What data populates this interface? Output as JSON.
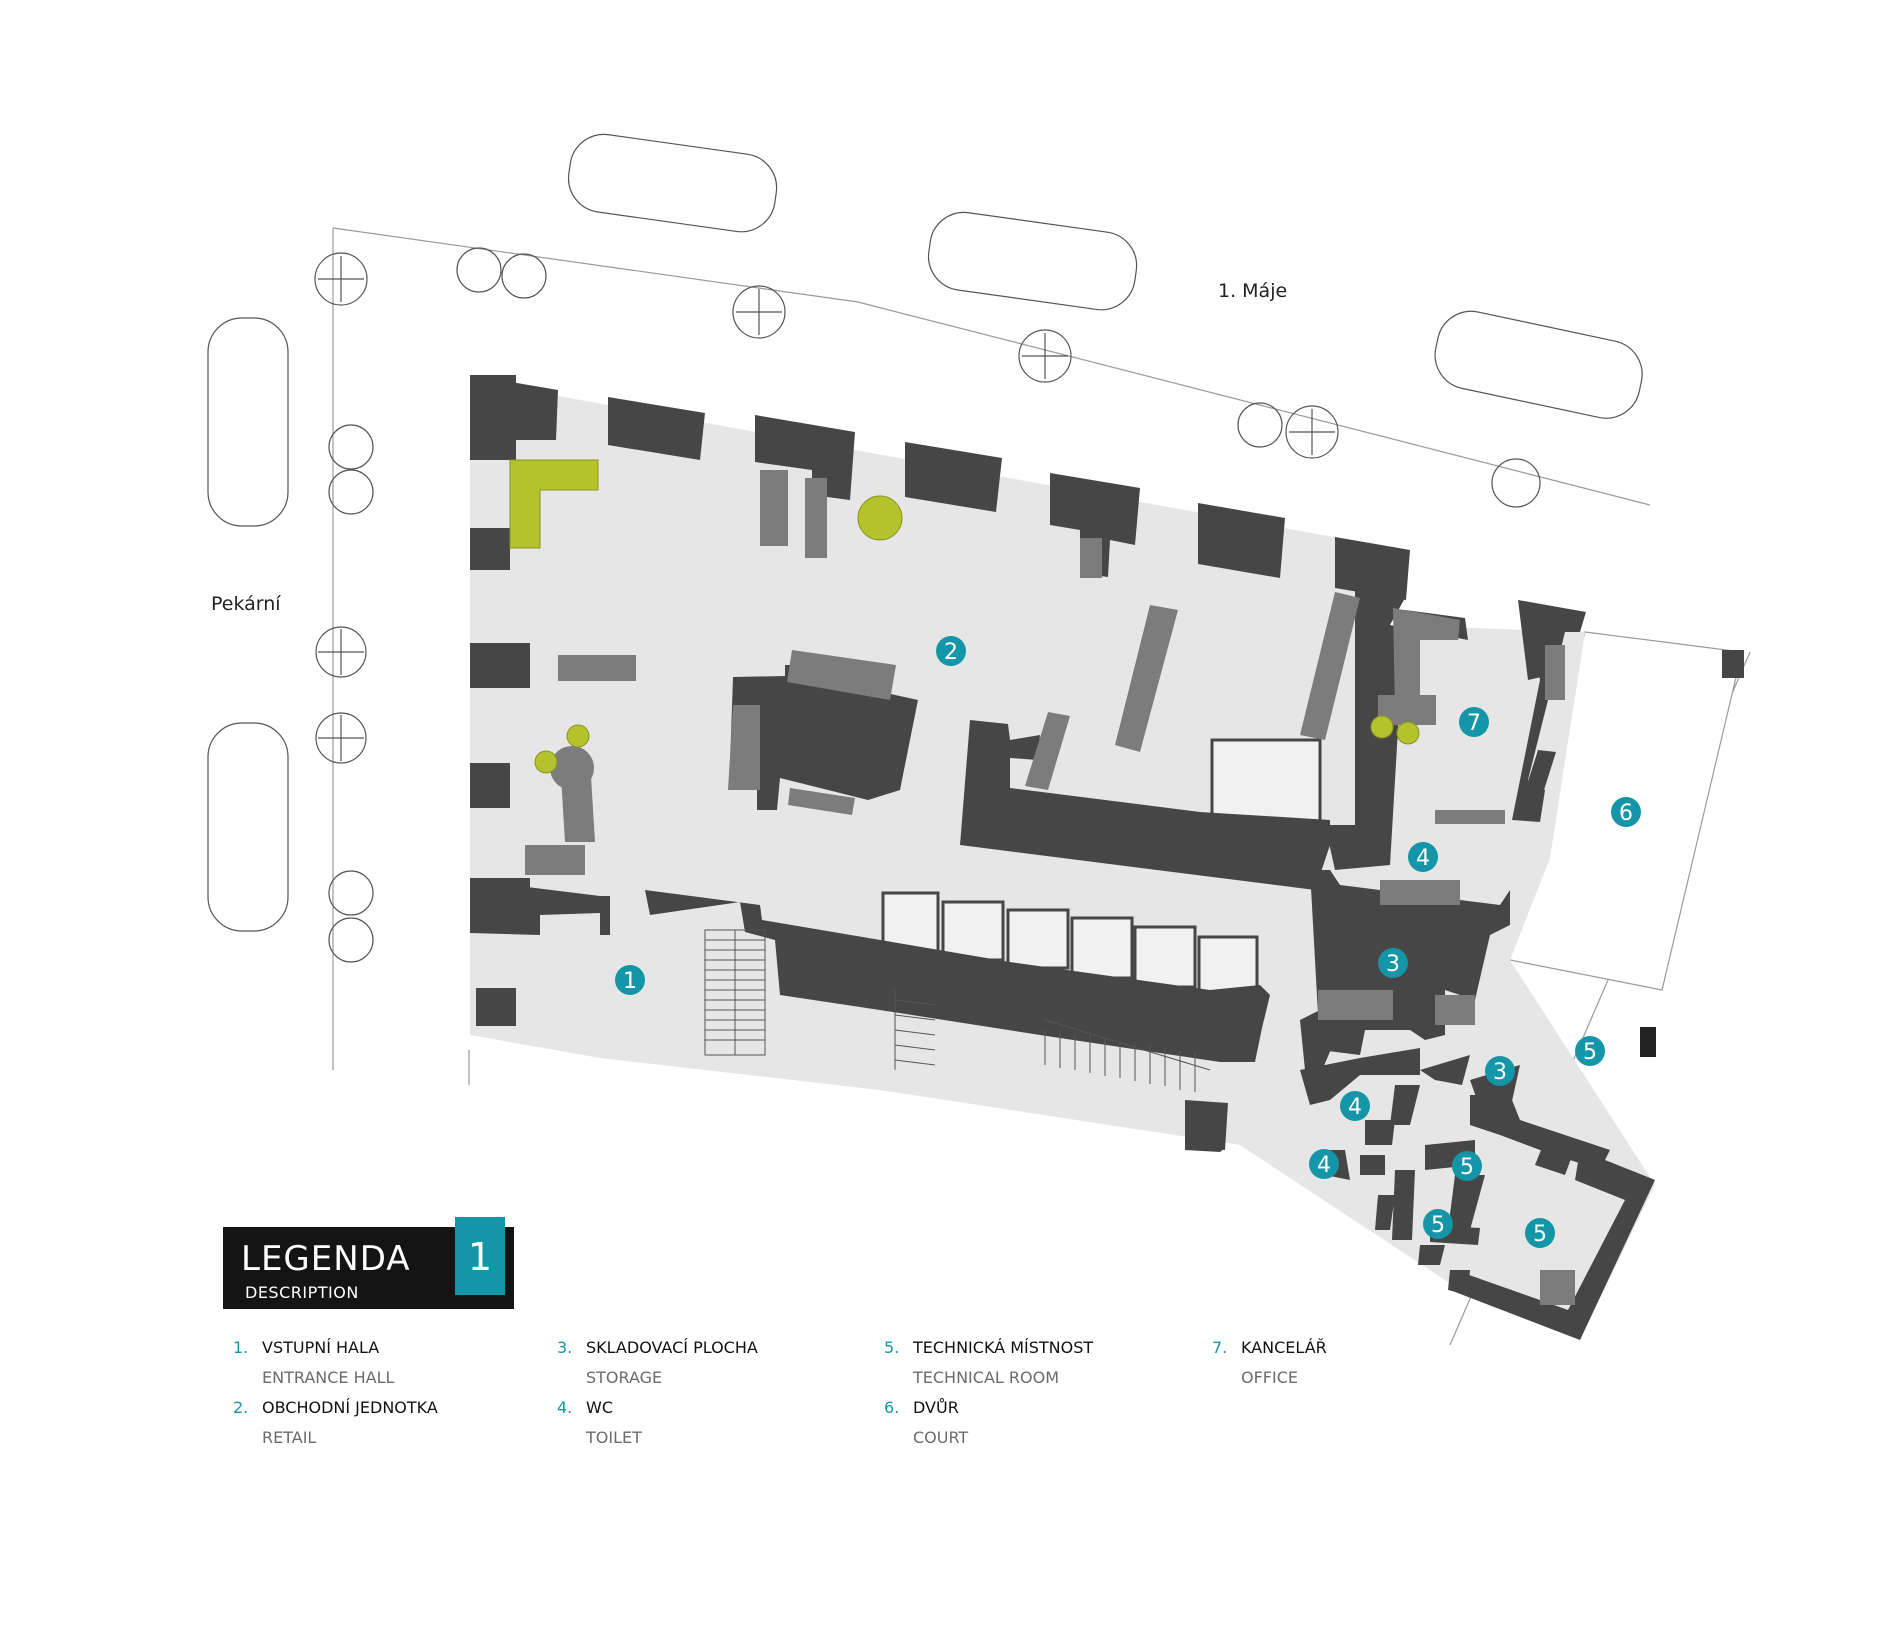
{
  "streets": {
    "north": "1. Máje",
    "west": "Pekární"
  },
  "rooms": [
    {
      "id": "r1",
      "label": "1"
    },
    {
      "id": "r2",
      "label": "2"
    },
    {
      "id": "r3a",
      "label": "3"
    },
    {
      "id": "r3b",
      "label": "3"
    },
    {
      "id": "r4a",
      "label": "4"
    },
    {
      "id": "r4b",
      "label": "4"
    },
    {
      "id": "r4c",
      "label": "4"
    },
    {
      "id": "r5a",
      "label": "5"
    },
    {
      "id": "r5b",
      "label": "5"
    },
    {
      "id": "r5c",
      "label": "5"
    },
    {
      "id": "r5d",
      "label": "5"
    },
    {
      "id": "r6",
      "label": "6"
    },
    {
      "id": "r7",
      "label": "7"
    }
  ],
  "legend": {
    "title": "LEGENDA",
    "subtitle": "DESCRIPTION",
    "floor": "1",
    "items": [
      {
        "num": "1.",
        "cz": "VSTUPNÍ HALA",
        "en": "ENTRANCE HALL"
      },
      {
        "num": "2.",
        "cz": "OBCHODNÍ JEDNOTKA",
        "en": "RETAIL"
      },
      {
        "num": "3.",
        "cz": "SKLADOVACÍ PLOCHA",
        "en": "STORAGE"
      },
      {
        "num": "4.",
        "cz": "WC",
        "en": "TOILET"
      },
      {
        "num": "5.",
        "cz": "TECHNICKÁ MÍSTNOST",
        "en": "TECHNICAL ROOM"
      },
      {
        "num": "6.",
        "cz": "DVŮR",
        "en": "COURT"
      },
      {
        "num": "7.",
        "cz": "KANCELÁŘ",
        "en": "OFFICE"
      }
    ]
  },
  "colors": {
    "wall": "#464646",
    "floor": "#e6e6e6",
    "furniture": "#7c7c7c",
    "accent_furniture": "#b6c22c",
    "badge": "#1596a8",
    "legend_bg": "#141414"
  }
}
